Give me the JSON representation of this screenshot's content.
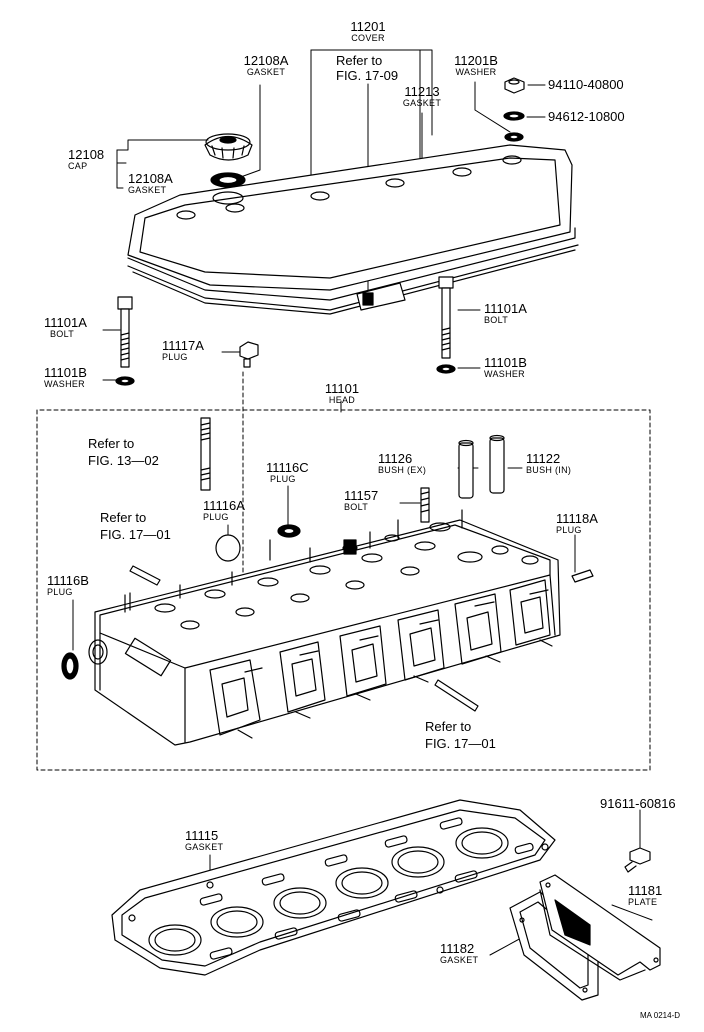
{
  "labels": {
    "cover_num": "11201",
    "cover_name": "COVER",
    "gasket_a1_num": "12108A",
    "gasket_a1_name": "GASKET",
    "refer_09_a": "Refer to",
    "refer_09_b": "FIG. 17-09",
    "gasket_13_num": "11213",
    "gasket_13_name": "GASKET",
    "washer_b_num": "11201B",
    "washer_b_name": "WASHER",
    "nut_num": "94110-40800",
    "washer_num": "94612-10800",
    "cap_num": "12108",
    "cap_name": "CAP",
    "gasket_a2_num": "12108A",
    "gasket_a2_name": "GASKET",
    "bolt_left_num": "11101A",
    "bolt_left_name": "BOLT",
    "washer_left_num": "11101B",
    "washer_left_name": "WASHER",
    "plug_17a_num": "11117A",
    "plug_17a_name": "PLUG",
    "bolt_right_num": "11101A",
    "bolt_right_name": "BOLT",
    "washer_right_num": "11101B",
    "washer_right_name": "WASHER",
    "head_num": "11101",
    "head_name": "HEAD",
    "refer_13_a": "Refer to",
    "refer_13_b": "FIG. 13—02",
    "bush_ex_num": "11126",
    "bush_ex_name": "BUSH (EX)",
    "bush_in_num": "11122",
    "bush_in_name": "BUSH (IN)",
    "plug_16c_num": "11116C",
    "plug_16c_name": "PLUG",
    "bolt_57_num": "11157",
    "bolt_57_name": "BOLT",
    "plug_16a_num": "11116A",
    "plug_16a_name": "PLUG",
    "refer_1701a_a": "Refer to",
    "refer_1701a_b": "FIG. 17—01",
    "plug_18a_num": "11118A",
    "plug_18a_name": "PLUG",
    "plug_16b_num": "11116B",
    "plug_16b_name": "PLUG",
    "refer_1701b_a": "Refer to",
    "refer_1701b_b": "FIG. 17—01",
    "bolt_91611_num": "91611-60816",
    "head_gasket_num": "11115",
    "head_gasket_name": "GASKET",
    "plate_num": "11181",
    "plate_name": "PLATE",
    "plate_gasket_num": "11182",
    "plate_gasket_name": "GASKET",
    "footnote": "MA 0214-D"
  }
}
